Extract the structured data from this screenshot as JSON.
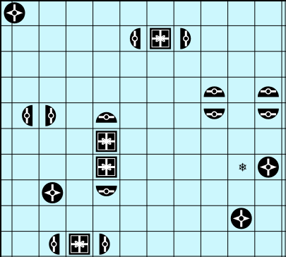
{
  "colors": {
    "water": "#ccf7fd",
    "grid": "#000000",
    "ship": "#000000",
    "highlight": "#ffffff"
  },
  "board": {
    "rows": 10,
    "cols": 10
  },
  "ships": [
    {
      "name": "submarine-r0c0",
      "row": 0,
      "col": 0,
      "len": 1,
      "orient": "single"
    },
    {
      "name": "cruiser-r1c5",
      "row": 1,
      "col": 5,
      "len": 3,
      "orient": "horizontal"
    },
    {
      "name": "destroyer-r3c8",
      "row": 3,
      "col": 8,
      "len": 2,
      "orient": "vertical"
    },
    {
      "name": "destroyer-r3c10",
      "row": 3,
      "col": 10,
      "len": 2,
      "orient": "vertical"
    },
    {
      "name": "destroyer-r4c1",
      "row": 4,
      "col": 1,
      "len": 2,
      "orient": "horizontal"
    },
    {
      "name": "battleship-r4c4",
      "row": 4,
      "col": 4,
      "len": 4,
      "orient": "vertical"
    },
    {
      "name": "submarine-r6c10",
      "row": 6,
      "col": 10,
      "len": 1,
      "orient": "single"
    },
    {
      "name": "submarine-r7c2",
      "row": 7,
      "col": 2,
      "len": 1,
      "orient": "single"
    },
    {
      "name": "submarine-r8c9",
      "row": 8,
      "col": 9,
      "len": 1,
      "orient": "single"
    },
    {
      "name": "cruiser-r9c2",
      "row": 9,
      "col": 2,
      "len": 3,
      "orient": "horizontal"
    }
  ],
  "markers": [
    {
      "name": "hit-marker",
      "row": 6,
      "col": 9,
      "icon": "snowflake-icon",
      "glyph": "❄"
    }
  ]
}
